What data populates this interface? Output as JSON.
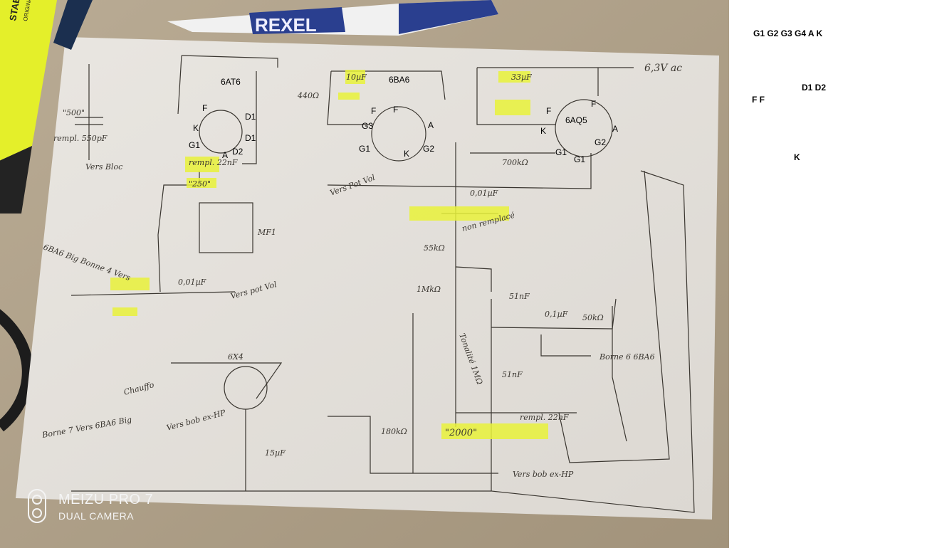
{
  "photo": {
    "pen_brand": "REXEL",
    "highlighter_brand": "STABILO BOSS",
    "highlighter_sub": "ORIGINAL",
    "watermark_line1": "MEIZU PRO 7",
    "watermark_line2": "DUAL CAMERA"
  },
  "overlay_labels": {
    "tube1": "6AT6",
    "tube2": "6BA6",
    "tube3": "6AQ5",
    "F": "F",
    "K": "K",
    "A": "A",
    "G1": "G1",
    "G2": "G2",
    "G3": "G3",
    "D1": "D1",
    "D2": "D2"
  },
  "sketch_text": {
    "t1": "\"500\"",
    "t2": "rempl. 550pF",
    "t3": "Vers Bloc",
    "t4": "\"250\"",
    "t5": "rempl. 22nF",
    "t6": "MF1",
    "t7": "6BA6 Big Bonne 4 Vers",
    "t8": "0,01µF",
    "t9": "Vers pot Vol",
    "t10": "440Ω",
    "t11": "10µF",
    "t12": "Vers Pot Vol",
    "t13": "6,3V ac",
    "t14": "33µF",
    "t15": "700kΩ",
    "t16": "0,01µF",
    "t17": "non remplacé",
    "t18": "55kΩ",
    "t19": "1MkΩ",
    "t20": "51nF",
    "t21": "0,1µF",
    "t22": "50kΩ",
    "t23": "Tonalité 1MΩ",
    "t24": "Borne 6 6BA6",
    "t25": "51nF",
    "t26": "6X4",
    "t27": "Chauffo",
    "t28": "Vers bob ex-HP",
    "t29": "15µF",
    "t30": "180kΩ",
    "t31": "\"2000\"",
    "t32": "rempl. 22nF",
    "t33": "Vers bob ex-HP",
    "t34": "Borne 7 Vers 6BA6 Big"
  },
  "side_panel": {
    "row1": "G1   G2  G3  G4  A   K",
    "row2": "D1  D2",
    "row3": "F   F",
    "row4": "K"
  }
}
